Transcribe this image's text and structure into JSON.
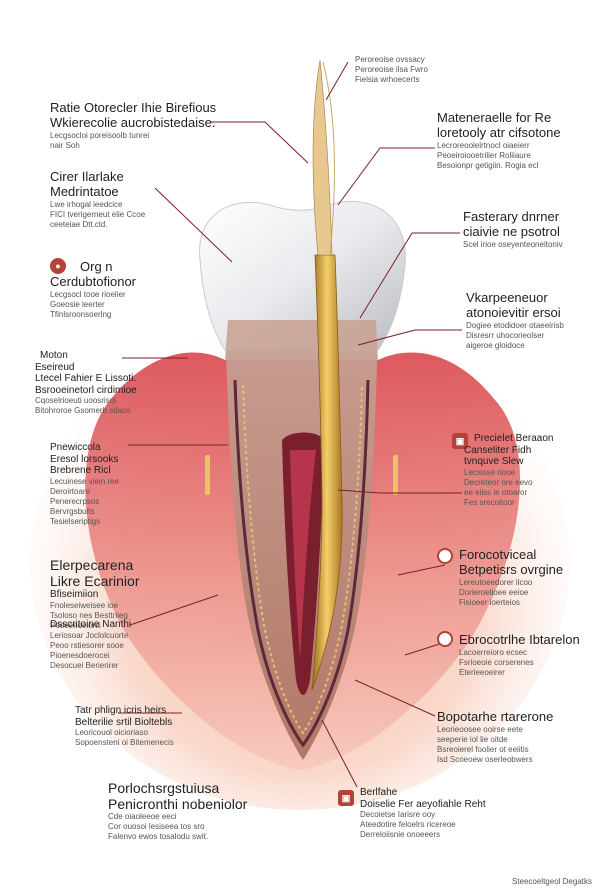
{
  "labels": {
    "top_right": {
      "title": "",
      "lines": [
        "Peroreoise ovssacy",
        "Peroreoise ilsa Fwro",
        "Fielsia wrhoecerts"
      ]
    },
    "l1": {
      "title": [
        "Ratie Otorecler Ihie Birefious",
        "Wkierecolie aucrobistedaise."
      ],
      "lines": [
        "Lecgsocloi poreisoolb tunrei",
        "nair Soh"
      ]
    },
    "l2": {
      "title": [
        "Cirer Ilarlake",
        "Medrintatoe"
      ],
      "lines": [
        "Lwe irhogal ieedcice",
        "FICI tverigerneut elie Ccoe",
        "ceeteiae Dtt.cld."
      ]
    },
    "l3": {
      "title": [
        "Org n",
        "Cerdubtofionor"
      ],
      "lines": [
        "Lecgsocl tooe rioelier",
        "Goeosie leerter",
        "Tfinlsroonsoerlng"
      ]
    },
    "l4": {
      "title": [
        "Moton",
        "Eseireud",
        "Ltecel Fahier E Lissoti.",
        "Bsrooeinetorl cirdimioe"
      ],
      "lines": [
        "Cqoselrioeuti uoosrisoi",
        "Bitohroroe Gsomerb sdaco"
      ]
    },
    "l5": {
      "title": [
        "Pnewiccola",
        "Eresol lorsooks",
        "Brebrene Ricl"
      ],
      "lines": [
        "Lecuinese viein ree",
        "Deroirtoare",
        "Penerecrpsos",
        "Bervrgsbuits",
        "Tesielseriptigs"
      ]
    },
    "l6": {
      "title": [
        "Elerpecarena",
        "Likre Ecarinior",
        "Bfiseimiion"
      ],
      "lines": [
        "Fnoleseiweisee ioe",
        "Tsoloso nes Besttriieg",
        "Peoeeeoeionli"
      ]
    },
    "l7": {
      "title": [
        "Dsscritoine Nanthi"
      ],
      "lines": [
        "Leriosoar Joclolcuorte",
        "Peoo rstiesorer sooe",
        "Pioenesdoerocei",
        "Desocuei Berierirer"
      ]
    },
    "l8": {
      "title": [
        "Tatr phlign icris heirs",
        "Belterilie srtil Bioltebls"
      ],
      "lines": [
        "Leoricouol oicioriaso",
        "Sopoensteni oi Bitemenecis"
      ]
    },
    "l9": {
      "title": [
        "Porlochsrgstuiusa",
        "Penicronthi nobeniolor"
      ],
      "lines": [
        "Cde oiaoleeoe eeci",
        "Cor ouosoi lesiseea tos sro",
        "Falenvo ewos tosalodu swit."
      ]
    },
    "r1": {
      "title": [
        "Mateneraelle for Re",
        "loretooly atr cifsotone"
      ],
      "lines": [
        "Lecroreoolelrtnocl oiaeierr",
        "Peoeiroiooetrilier Roliiaure",
        "Besoionpr getigiin. Rogia ecl"
      ]
    },
    "r2": {
      "title": [
        "Fasterary dnrner",
        "ciaivie ne psotrol"
      ],
      "lines": [
        "Scel irioe oseyenteoneitoniv"
      ]
    },
    "r3": {
      "title": [
        "Vkarpeeneuor",
        "atonoievitir ersoi"
      ],
      "lines": [
        "Dogiee etodidoer otaeeirisb",
        "Disresrr uhocorieolser",
        "aigeroe gloidoce"
      ]
    },
    "r4": {
      "title": [
        "Precielet Beraaon",
        "Canseliter Fidh",
        "tvnquve Slew"
      ],
      "lines": [
        "Lecsisse riooe",
        "Decreteor ore eevo",
        "ee eiiss ie otoaror",
        "Fes srecoitoor"
      ]
    },
    "r5": {
      "title": [
        "Forocotviceal",
        "Betpetisrs ovrgine"
      ],
      "lines": [
        "Lereutoeedorer ilcoo",
        "Dorieroelioee eeioe",
        "Fisioeer ioerteios"
      ]
    },
    "r6": {
      "title": [
        "Ebrocotrlhe Ibtarelon"
      ],
      "lines": [
        "Lacoerreioro ecsec",
        "Fsrioeoie corserenes",
        "Eterieeoeirer"
      ]
    },
    "r7": {
      "title": [
        "Bopotarhe rtarerone"
      ],
      "lines": [
        "Leorieoosee ooirse eete",
        "seeperie iol lie oitde",
        "Bsreoierel foolier ot eeiitis",
        "Isd Scoeoew oserleobwers"
      ]
    },
    "r8": {
      "title": [
        "Berlfahe",
        "Doiselie Fer aeyofiahle Reht"
      ],
      "lines": [
        "Decoietse Iarisre ooy",
        "Ateedotire feloelrs ricereoe",
        "Derreloiisnie onoeeers"
      ]
    }
  },
  "footer": "Steecoeltgeol Degatks",
  "icons": {
    "l3": "tooth-icon",
    "r4": "tooth-icon",
    "r5": "ring-icon",
    "r6": "ring-icon",
    "r8": "tooth-icon"
  }
}
